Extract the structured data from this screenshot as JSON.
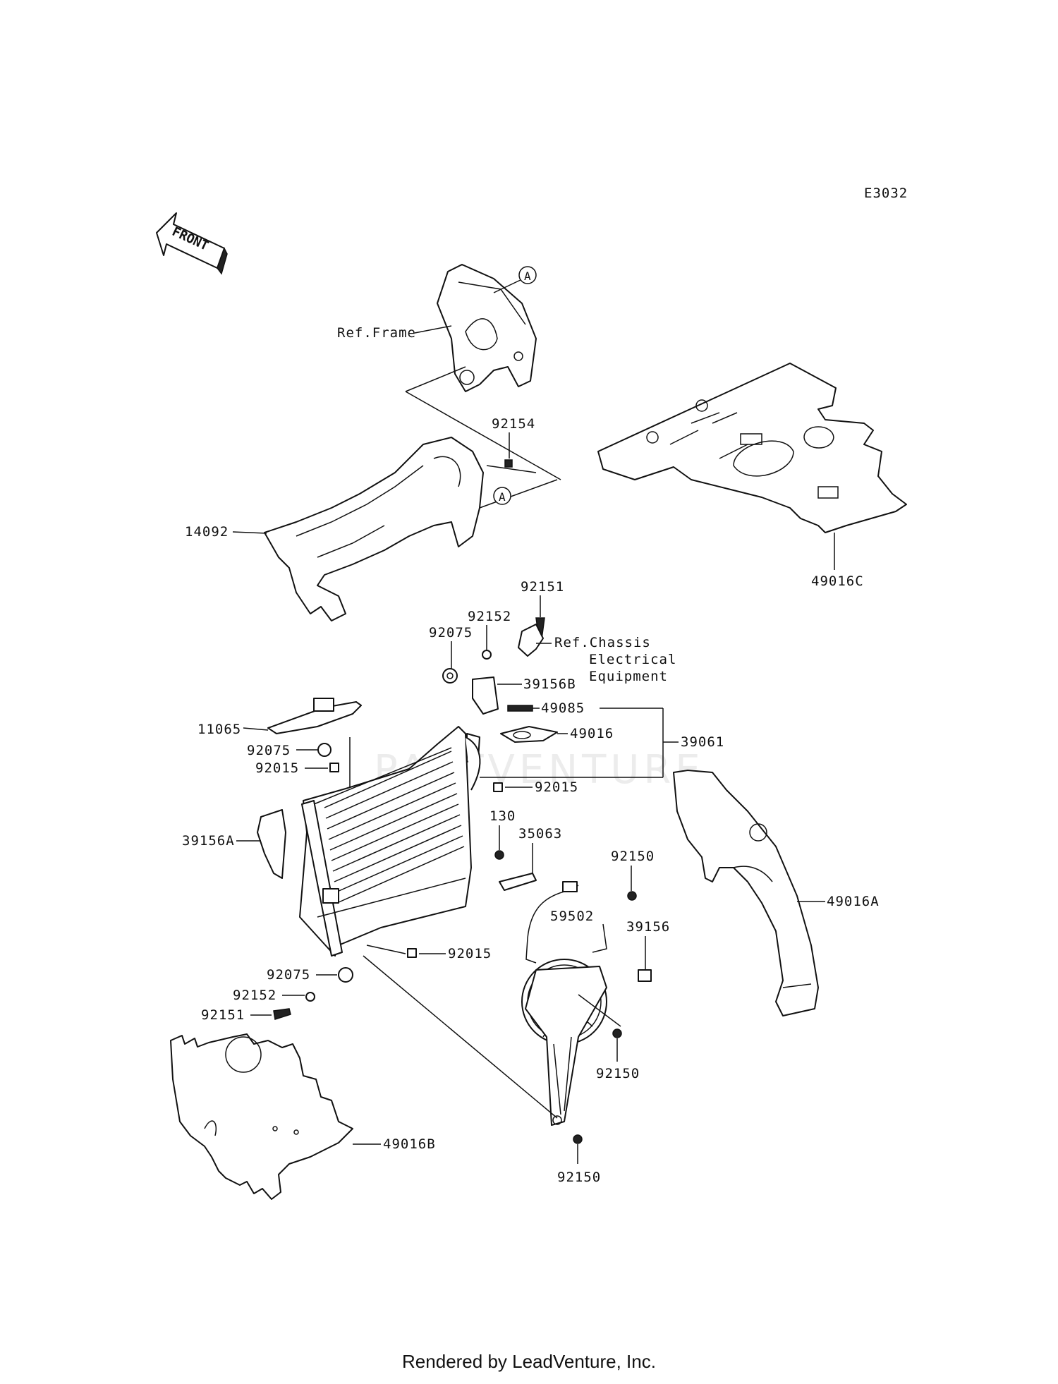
{
  "diagram_code": "E3032",
  "front_marker": "FRONT",
  "circle_marker": "A",
  "watermark": "PARTVENTURE",
  "footer": "Rendered by LeadVenture, Inc.",
  "labels": {
    "ref_frame": "Ref.Frame",
    "ref_chassis_1": "Ref.Chassis",
    "ref_chassis_2": "Electrical",
    "ref_chassis_3": "Equipment",
    "p92154": "92154",
    "p14092": "14092",
    "p49016C": "49016C",
    "p92151_top": "92151",
    "p92152_top": "92152",
    "p92075_top": "92075",
    "p39156B": "39156B",
    "p49085": "49085",
    "p49016": "49016",
    "p39061": "39061",
    "p11065": "11065",
    "p92075_mid": "92075",
    "p92015_left": "92015",
    "p92015_right": "92015",
    "p39156A": "39156A",
    "p130": "130",
    "p35063": "35063",
    "p92150_top": "92150",
    "p59502": "59502",
    "p39156": "39156",
    "p49016A": "49016A",
    "p92015_bottom": "92015",
    "p92075_bottom": "92075",
    "p92152_bottom": "92152",
    "p92151_bottom": "92151",
    "p92150_mid": "92150",
    "p92150_bottom": "92150",
    "p49016B": "49016B"
  }
}
